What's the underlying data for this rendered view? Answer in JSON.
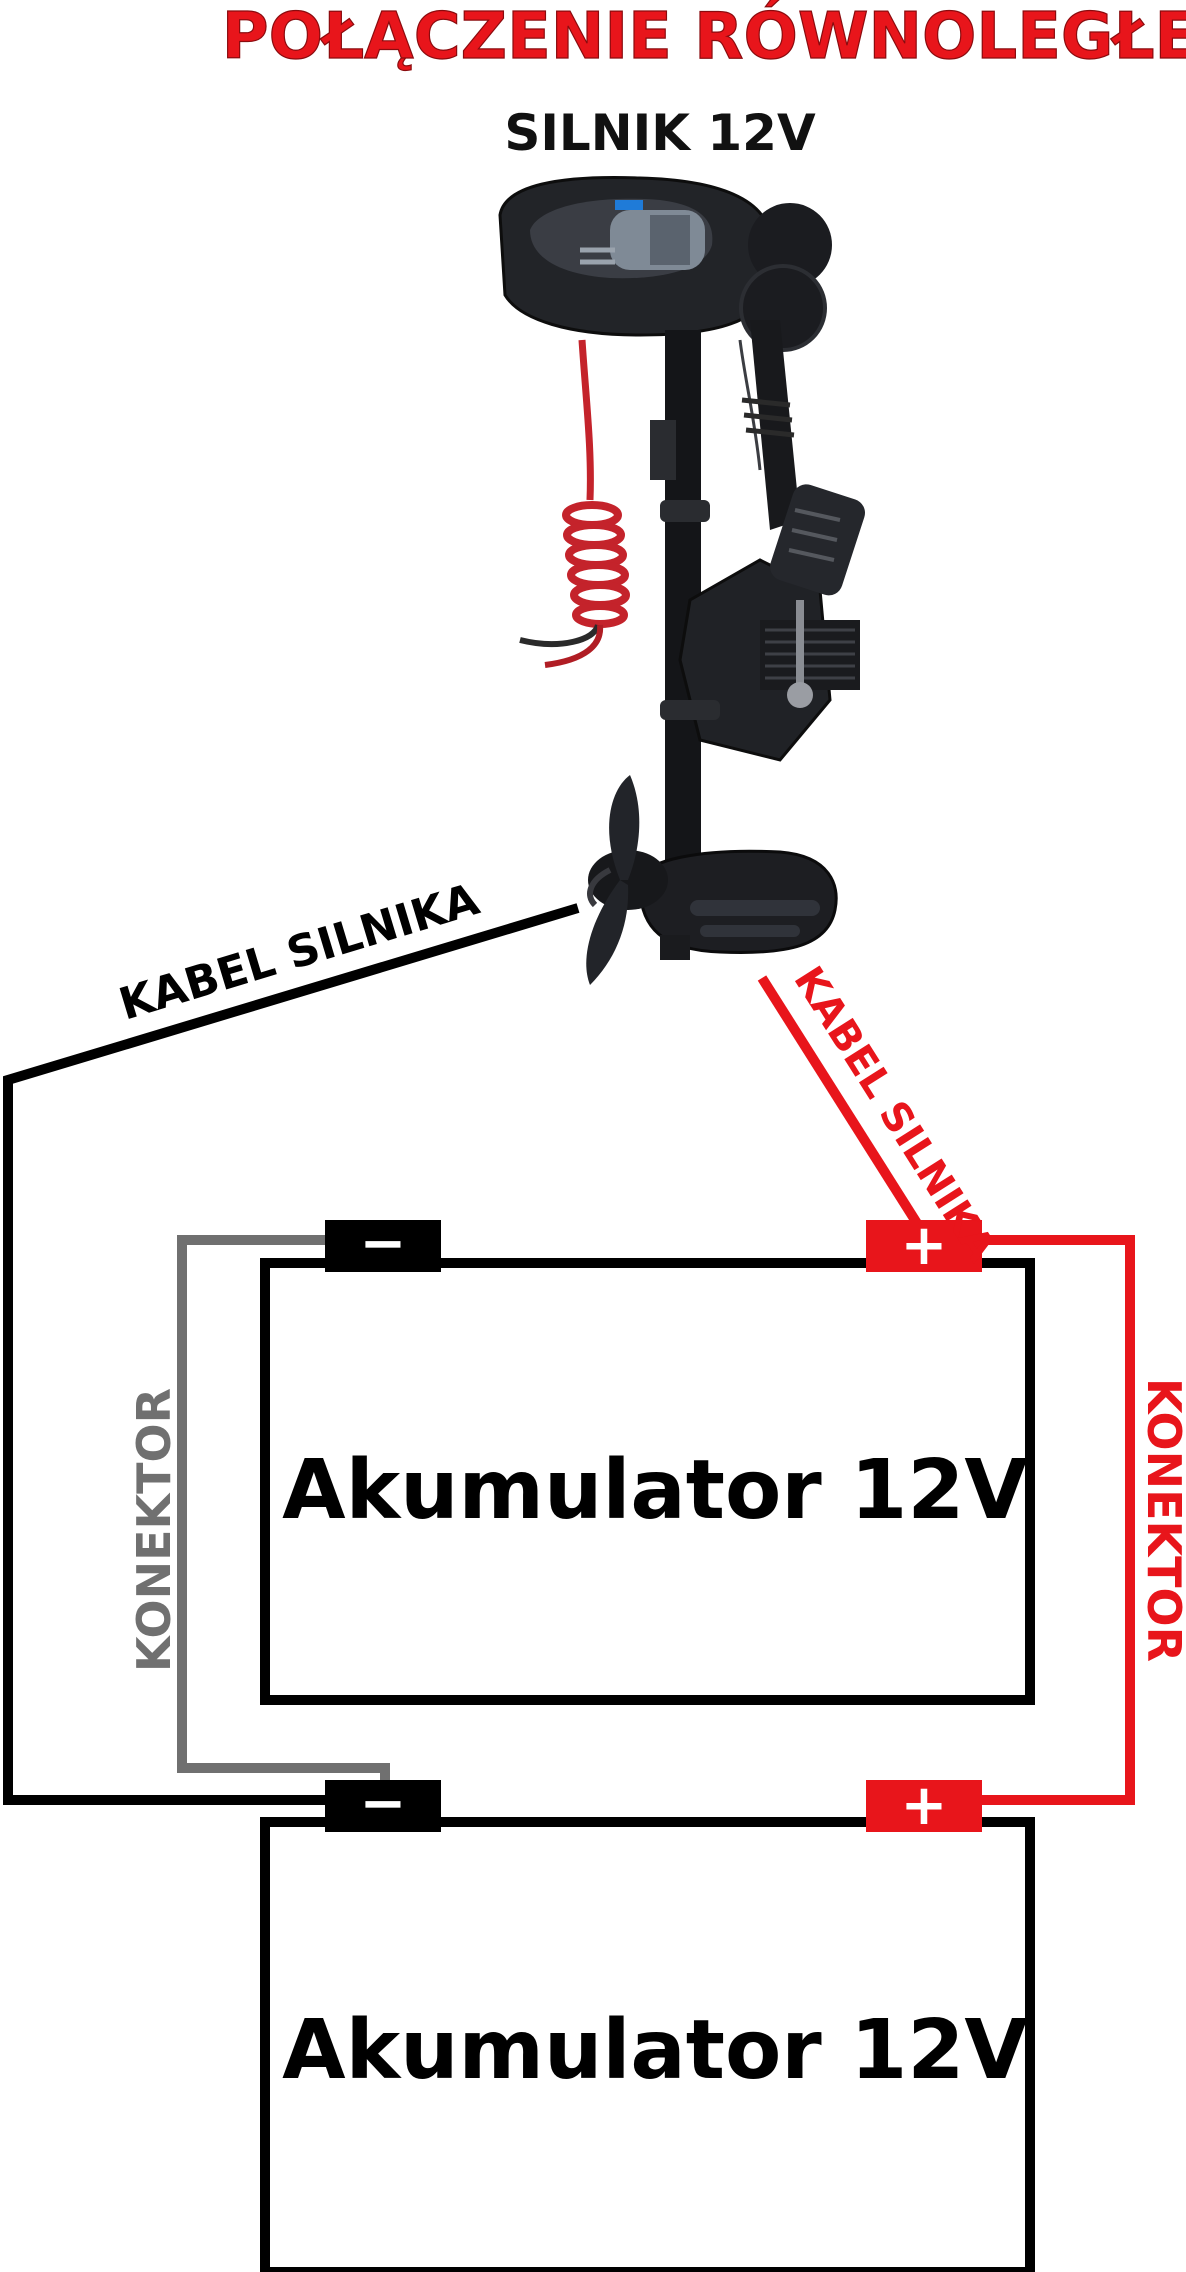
{
  "title": "POŁĄCZENIE RÓWNOLEGŁE",
  "motor": {
    "label": "SILNIK 12V"
  },
  "cables": {
    "negative_motor_label": "KABEL SILNIKA",
    "positive_motor_label": "KABEL SILNIKA",
    "negative_connector_label": "KONEKTOR",
    "positive_connector_label": "KONEKTOR"
  },
  "batteries": [
    {
      "label": "Akumulator 12V",
      "negative_symbol": "−",
      "positive_symbol": "+"
    },
    {
      "label": "Akumulator 12V",
      "negative_symbol": "−",
      "positive_symbol": "+"
    }
  ],
  "colors": {
    "title": "#e8151b",
    "negative_wire": "#000000",
    "positive_wire": "#e8151b",
    "connector_negative": "#707070",
    "terminal_negative": "#000000",
    "terminal_positive": "#e8151b",
    "battery_outline": "#000000"
  }
}
